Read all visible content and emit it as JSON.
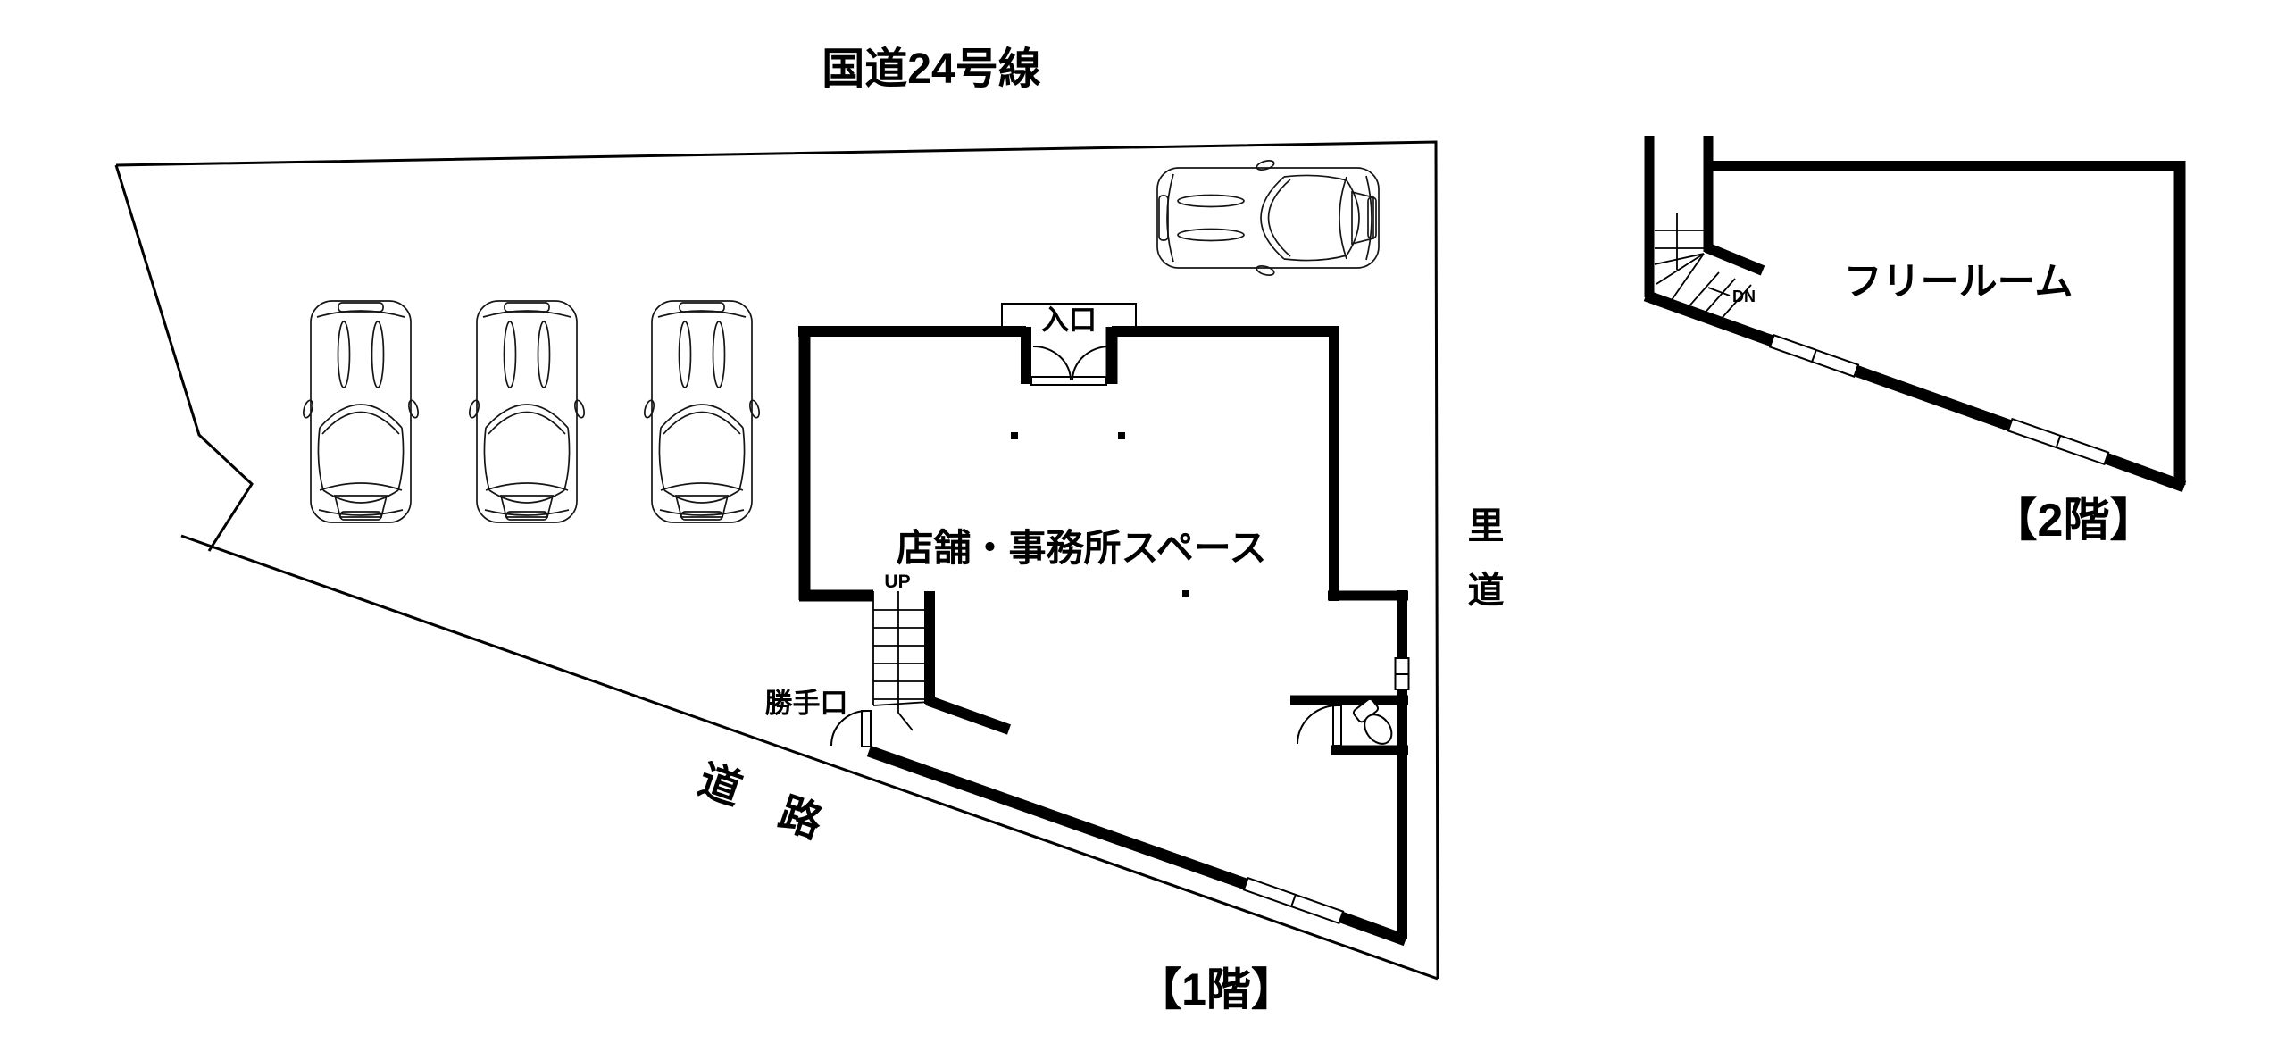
{
  "title": "国道24号線",
  "floor1": {
    "caption": "【1階】",
    "room_label": "店舗・事務所スペース",
    "entrance_label": "入口",
    "back_door_label": "勝手口",
    "stairs_label": "UP"
  },
  "roads": {
    "front_road": [
      "道",
      "路"
    ],
    "side_road": [
      "里",
      "道"
    ]
  },
  "floor2": {
    "caption": "【2階】",
    "room_label": "フリールーム",
    "stairs_label": "DN"
  }
}
